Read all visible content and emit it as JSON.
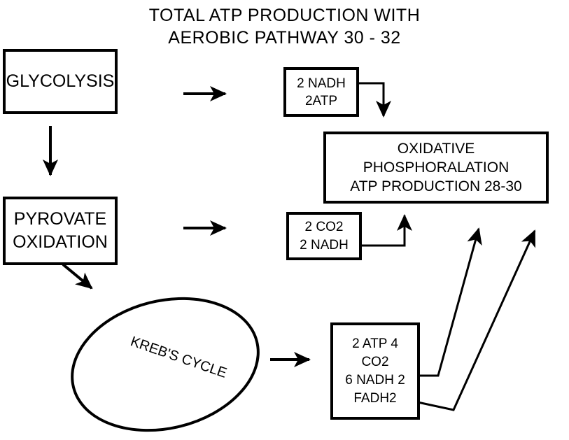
{
  "title": {
    "line1": "TOTAL ATP PRODUCTION WITH",
    "line2": "AEROBIC PATHWAY 30 - 32"
  },
  "glycolysis": {
    "label": "GLYCOLYSIS",
    "products": [
      "2 NADH",
      "2ATP"
    ]
  },
  "pyruvate_oxidation": {
    "label_line1": "PYROVATE",
    "label_line2": "OXIDATION",
    "products": [
      "2 CO2",
      "2 NADH"
    ]
  },
  "krebs_cycle": {
    "label": "KREB'S CYCLE",
    "products": [
      "2 ATP 4",
      "CO2",
      "6 NADH 2",
      "FADH2"
    ]
  },
  "oxidative_phosphorylation": {
    "line1": "OXIDATIVE",
    "line2": "PHOSPHORALATION",
    "line3": "ATP PRODUCTION 28-30"
  }
}
